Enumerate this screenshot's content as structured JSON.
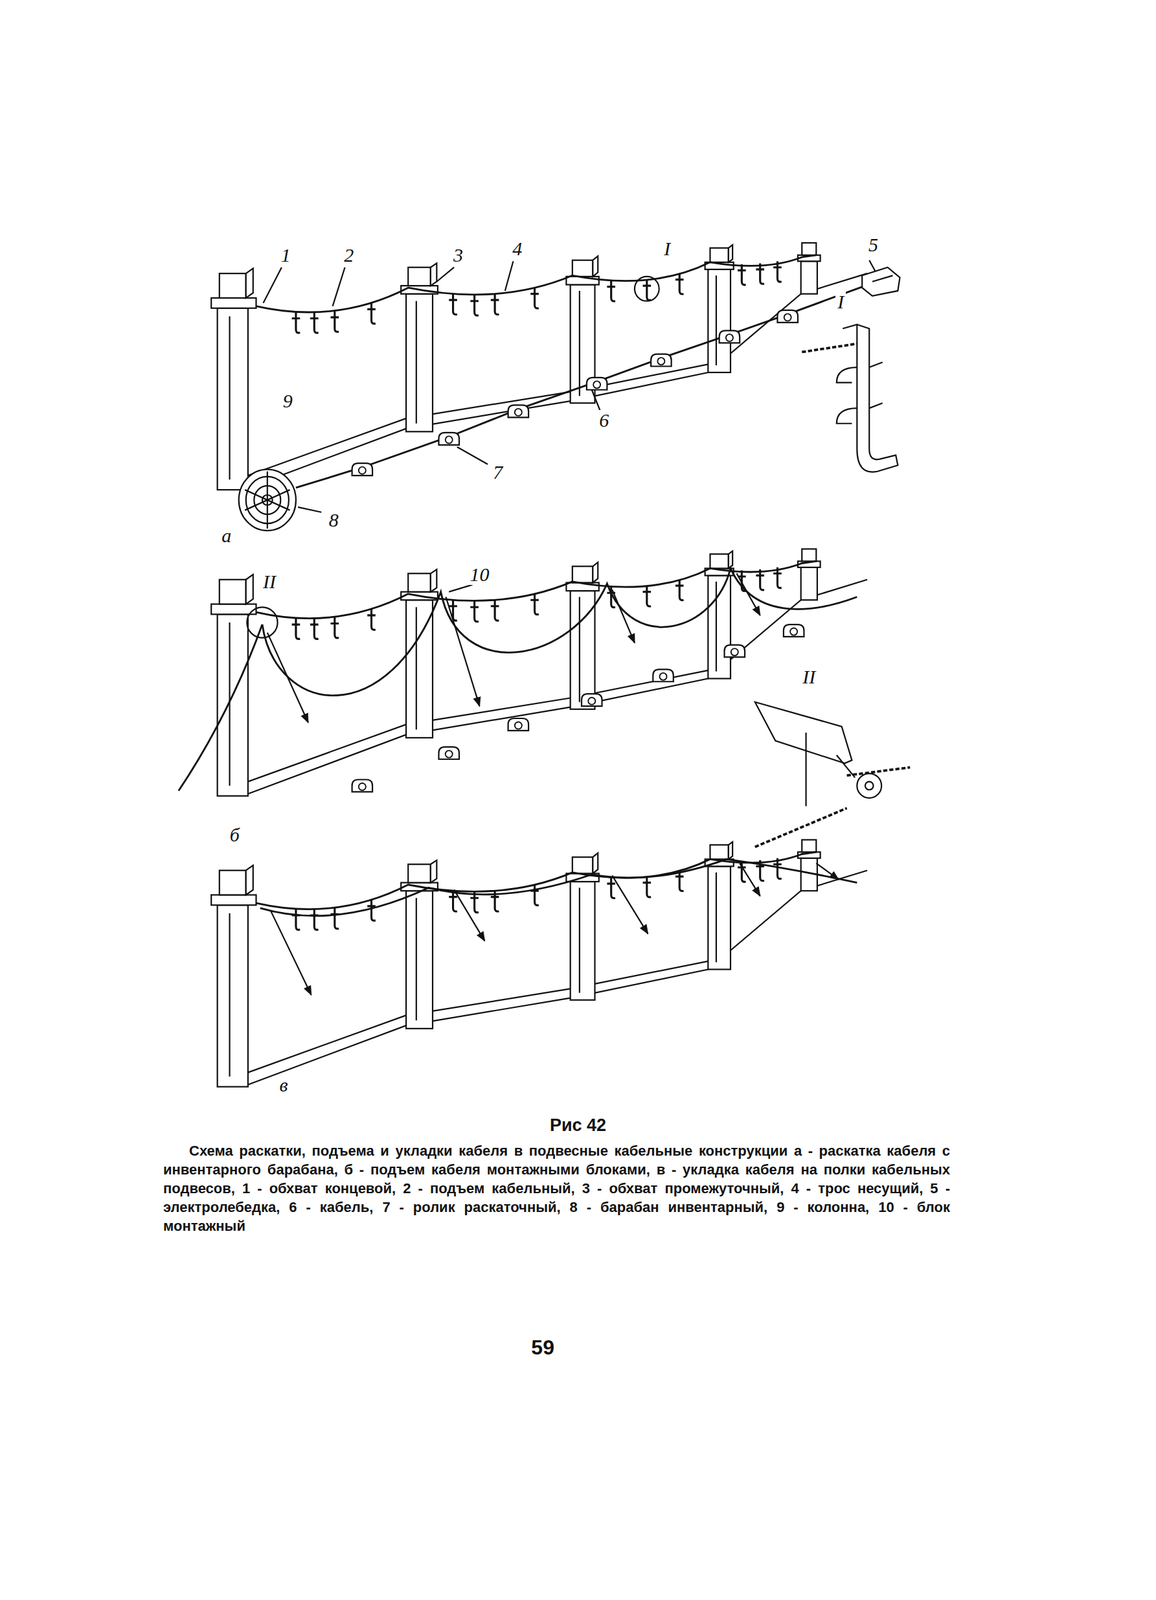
{
  "diagram": {
    "title": "Рис 42",
    "caption": "Схема раскатки, подъема и укладки кабеля в подвесные кабельные конструкции а - раскатка кабеля с инвентарного барабана, б - подъем кабеля монтажными блоками, в - укладка кабеля на полки кабельных подвесов, 1 - обхват концевой, 2 - подъем кабельный, 3 - обхват промежуточный, 4 - трос несущий, 5 - электролебедка, 6 - кабель, 7 - ролик раскаточный, 8 - барабан инвентарный, 9 - колонна, 10 - блок монтажный",
    "labels": [
      "1",
      "2",
      "3",
      "4",
      "I",
      "5",
      "I",
      "9",
      "6",
      "7",
      "8",
      "а",
      "II",
      "10",
      "II",
      "б",
      "в",
      "59"
    ]
  }
}
